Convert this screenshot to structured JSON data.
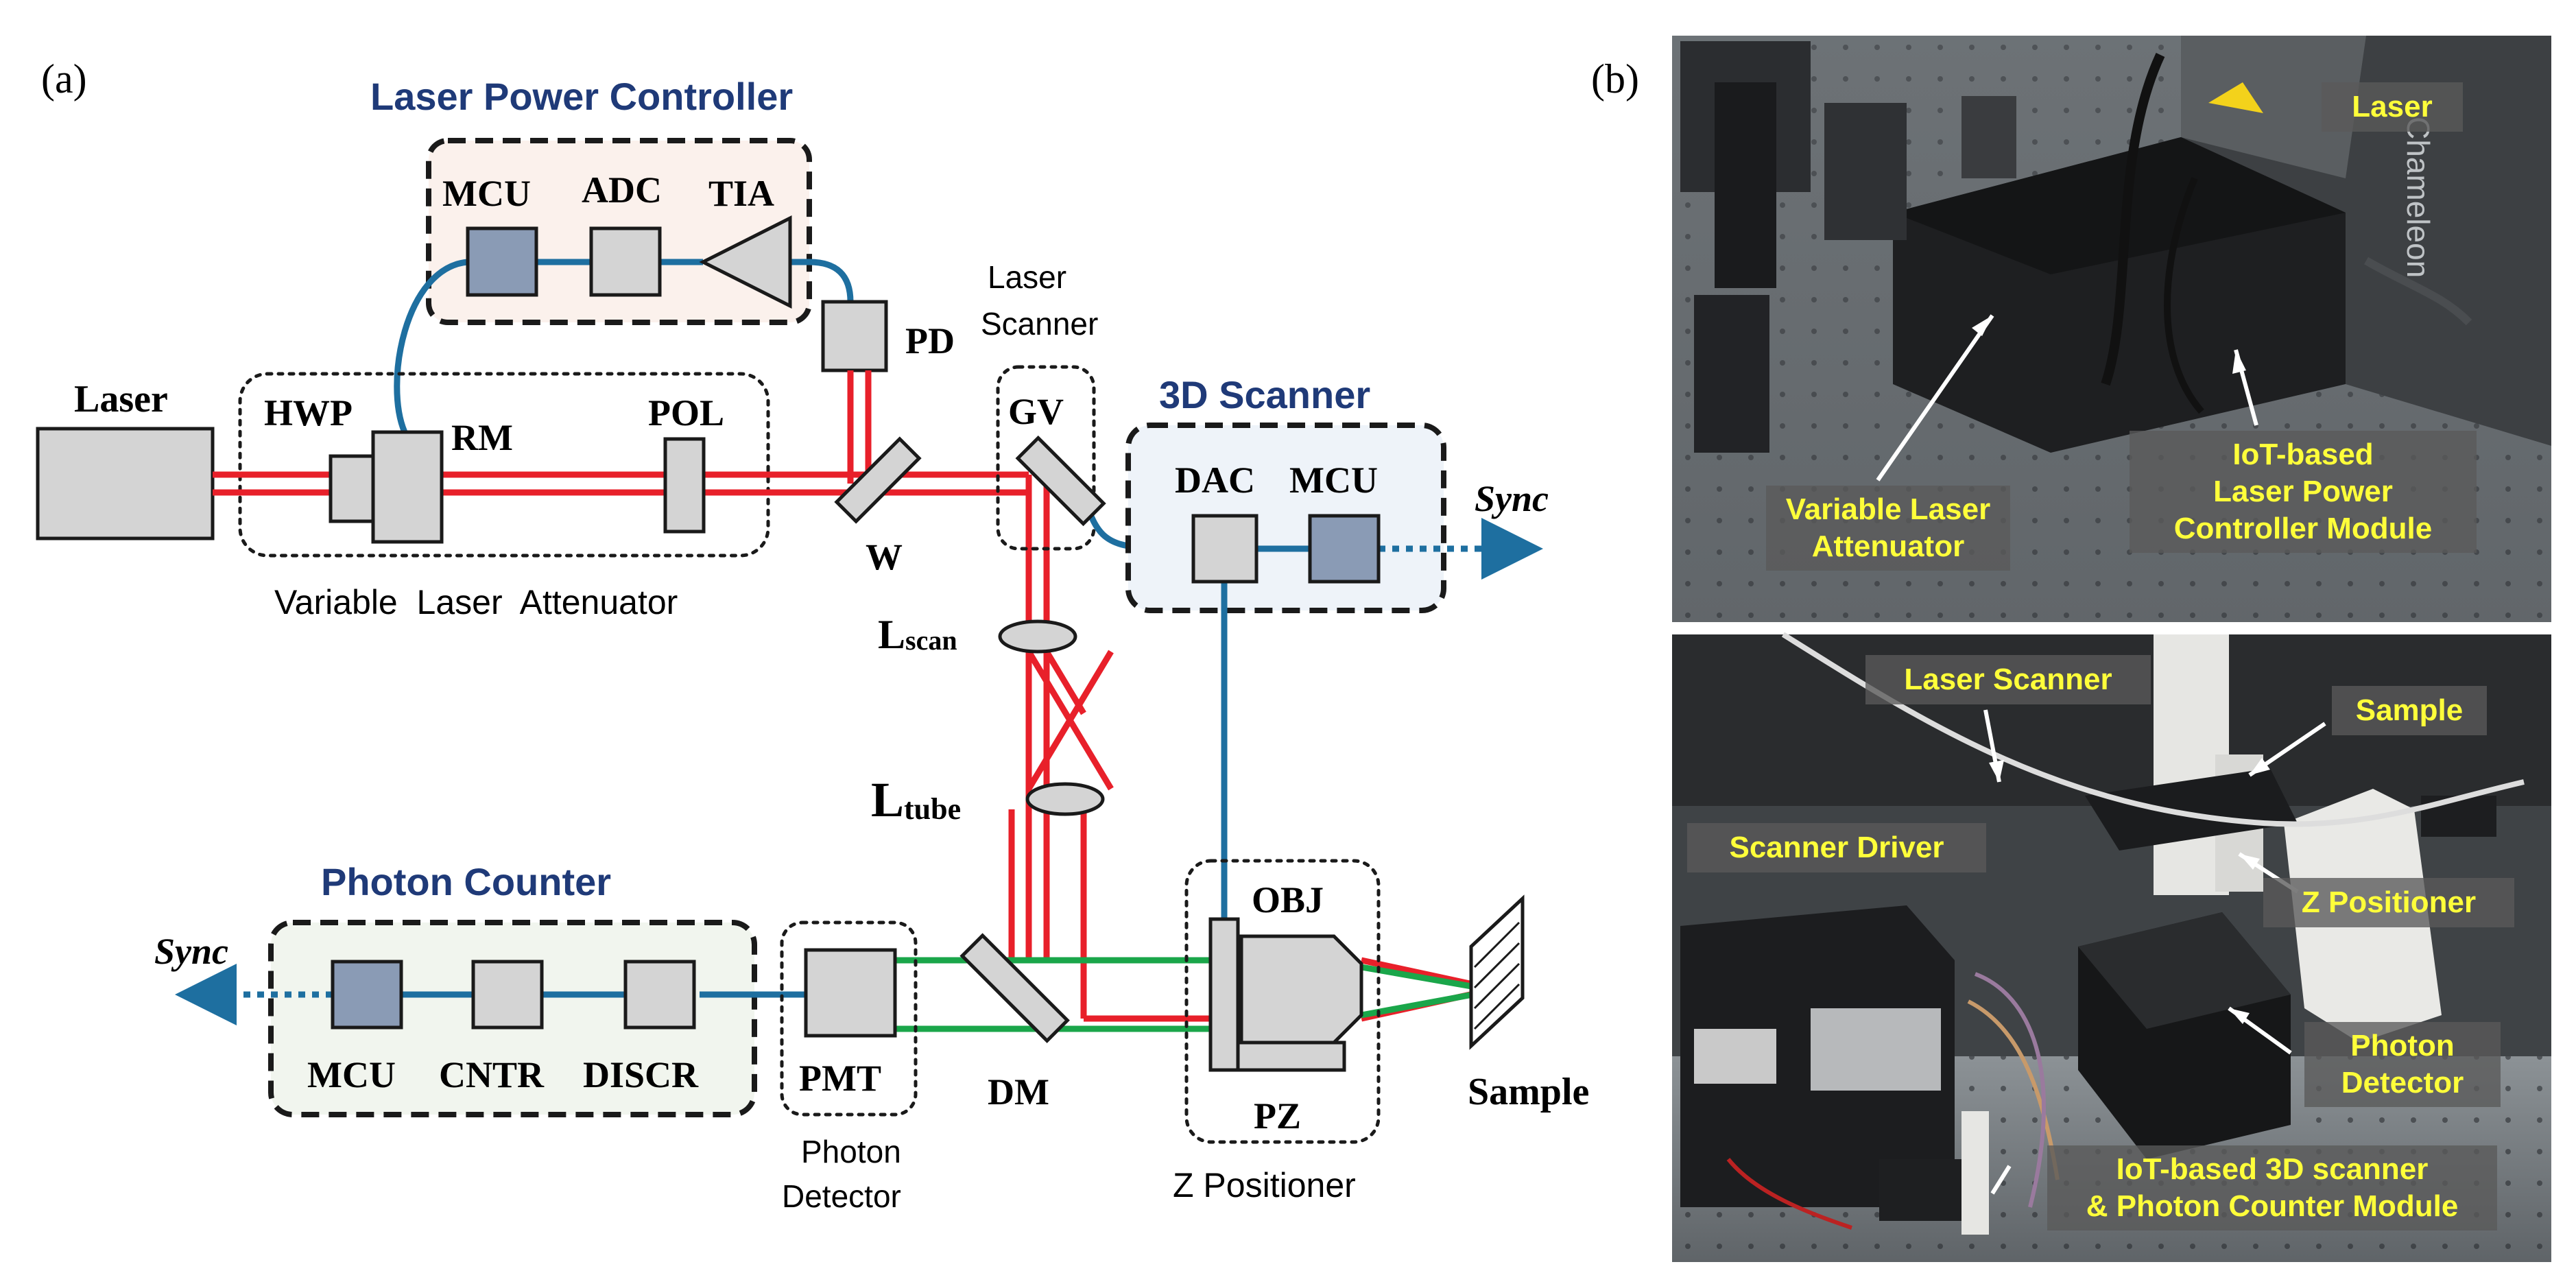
{
  "panel_a": {
    "label": "(a)",
    "laser_power_controller": {
      "title": "Laser Power Controller",
      "mcu": "MCU",
      "adc": "ADC",
      "tia": "TIA"
    },
    "pd": "PD",
    "laser": "Laser",
    "attenuator": {
      "hwp": "HWP",
      "rm": "RM",
      "pol": "POL",
      "caption": "Variable  Laser  Attenuator"
    },
    "w": "W",
    "laser_scanner": {
      "caption_line1": "Laser",
      "caption_line2": "Scanner",
      "gv": "GV"
    },
    "scanner_3d": {
      "title": "3D Scanner",
      "dac": "DAC",
      "mcu": "MCU",
      "sync": "Sync"
    },
    "l_scan": {
      "main": "L",
      "sub": "scan"
    },
    "l_tube": {
      "main": "L",
      "sub": "tube"
    },
    "photon_counter": {
      "title": "Photon Counter",
      "mcu": "MCU",
      "cntr": "CNTR",
      "discr": "DISCR",
      "sync": "Sync"
    },
    "photon_detector": {
      "pmt": "PMT",
      "caption_line1": "Photon",
      "caption_line2": "Detector"
    },
    "dm": "DM",
    "z_positioner": {
      "obj": "OBJ",
      "pz": "PZ",
      "caption": "Z Positioner"
    },
    "sample": "Sample"
  },
  "panel_b": {
    "label": "(b)",
    "top_photo": {
      "brand_text": "Chameleon",
      "labels": {
        "laser": "Laser",
        "attenuator": "Variable Laser\nAttenuator",
        "iot_controller": "IoT-based\nLaser Power\nController Module"
      }
    },
    "bottom_photo": {
      "labels": {
        "laser_scanner": "Laser Scanner",
        "sample": "Sample",
        "scanner_driver": "Scanner Driver",
        "z_positioner": "Z Positioner",
        "photon_detector": "Photon\nDetector",
        "iot_3d": "IoT-based 3D scanner\n& Photon Counter Module"
      }
    }
  },
  "colors": {
    "laser_beam": "#e8202a",
    "signal_line": "#1e6fa0",
    "emission": "#1aa64a",
    "title_blue": "#1f3a78",
    "mcu_fill": "#8a9bb5",
    "box_fill": "#d4d4d4",
    "photo_label_text": "#ffff3a"
  }
}
